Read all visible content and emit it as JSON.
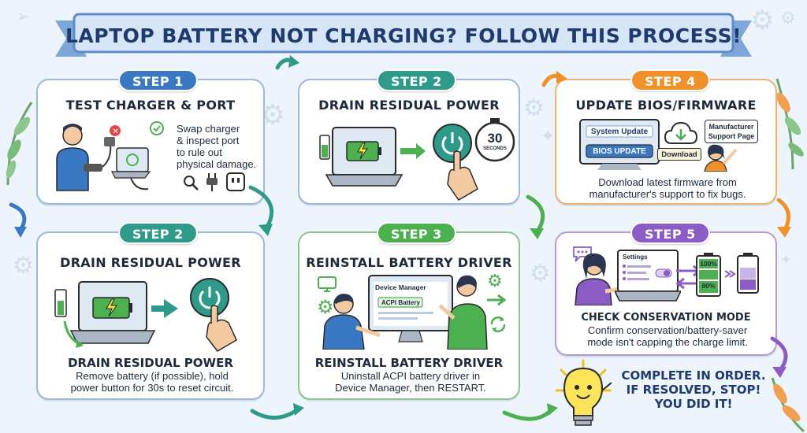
{
  "banner": {
    "title": "LAPTOP BATTERY NOT CHARGING? FOLLOW THIS PROCESS!"
  },
  "cards": {
    "card1": {
      "step": "STEP 1",
      "title": "TEST CHARGER & PORT",
      "desc": [
        "Swap charger",
        "& inspect port",
        "to rule out",
        "physical damage."
      ]
    },
    "card2": {
      "step": "STEP 2",
      "title": "DRAIN RESIDUAL POWER",
      "timer_number": "30",
      "timer_unit": "SECONDS"
    },
    "card3": {
      "step": "STEP 4",
      "title": "UPDATE BIOS/FIRMWARE",
      "screen_title": "System Update",
      "screen_button": "BIOS UPDATE",
      "download_label": "Download",
      "support_label": [
        "Manufacturer",
        "Support Page"
      ],
      "desc": [
        "Download latest firmware from",
        "manufacturer's support to fix bugs."
      ]
    },
    "card4": {
      "step": "STEP 2",
      "title": "DRAIN RESIDUAL POWER",
      "subtitle": "DRAIN RESIDUAL POWER",
      "desc": [
        "Remove battery (if possible), hold",
        "power button for 30s to reset circuit."
      ]
    },
    "card5": {
      "step": "STEP 3",
      "title": "REINSTALL BATTERY DRIVER",
      "monitor_title": "Device Manager",
      "monitor_item": "ACPI Battery",
      "subtitle": "REINSTALL BATTERY DRIVER",
      "desc": [
        "Uninstall ACPI battery driver in",
        "Device Manager, then RESTART."
      ]
    },
    "card6": {
      "step": "STEP 5",
      "settings_label": "Settings",
      "battery_full": "100%",
      "battery_mid": "80%",
      "subtitle": "CHECK CONSERVATION MODE",
      "desc": [
        "Confirm conservation/battery-saver",
        "mode isn't capping the charge limit."
      ]
    }
  },
  "final": {
    "lines": [
      "COMPLETE IN ORDER.",
      "IF RESOLVED, STOP!",
      "YOU DID IT!"
    ]
  },
  "colors": {
    "blue": "#3a78c4",
    "teal": "#2f9a8a",
    "orange": "#f0902a",
    "green": "#4caf50",
    "purple": "#8a5cc4",
    "navy": "#1e3a6e"
  }
}
